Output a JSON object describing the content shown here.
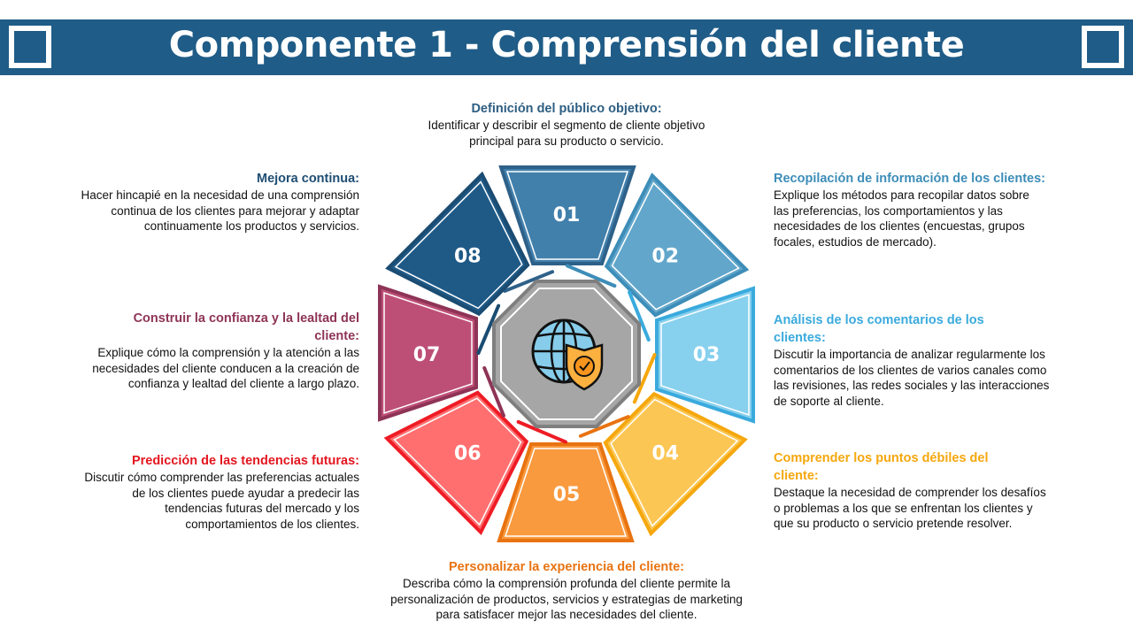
{
  "header": {
    "title": "Componente 1 - Comprensión del cliente"
  },
  "segments": [
    {
      "number": "01",
      "fill": "#4280AC",
      "stroke": "#2E6189"
    },
    {
      "number": "02",
      "fill": "#62A6CB",
      "stroke": "#3D8DB8"
    },
    {
      "number": "03",
      "fill": "#87D0EE",
      "stroke": "#3AAADD"
    },
    {
      "number": "04",
      "fill": "#FBC653",
      "stroke": "#F5A70D"
    },
    {
      "number": "05",
      "fill": "#F99A3F",
      "stroke": "#E87311"
    },
    {
      "number": "06",
      "fill": "#FF6F70",
      "stroke": "#EE1C25"
    },
    {
      "number": "07",
      "fill": "#BD4F76",
      "stroke": "#8E3456"
    },
    {
      "number": "08",
      "fill": "#1F5A87",
      "stroke": "#1B4C72"
    }
  ],
  "items": [
    {
      "heading": "Definición del público objetivo:",
      "body": "Identificar y describir el segmento de cliente objetivo principal para su producto o servicio.",
      "color": "#2E5E82"
    },
    {
      "heading": "Recopilación de información de los clientes:",
      "body": "Explique los métodos para recopilar datos sobre las preferencias, los comportamientos y las necesidades de los clientes (encuestas, grupos focales, estudios de mercado).",
      "color": "#3D8DB8"
    },
    {
      "heading": "Análisis de los comentarios de los clientes:",
      "body": "Discutir la importancia de analizar regularmente los comentarios de los clientes de varios canales como las revisiones, las redes sociales y las interacciones de soporte al cliente.",
      "color": "#3AAADD"
    },
    {
      "heading": "Comprender los puntos débiles del cliente:",
      "body": "Destaque la necesidad de comprender los desafíos o problemas a los que se enfrentan los clientes y que su  producto o servicio pretende resolver.",
      "color": "#F5A70D"
    },
    {
      "heading": "Personalizar la experiencia del cliente:",
      "body": "Describa cómo la comprensión profunda del cliente permite la personalización de productos, servicios y estrategias de marketing para satisfacer mejor las necesidades del cliente.",
      "color": "#E87311"
    },
    {
      "heading": "Predicción de las tendencias futuras:",
      "body": "Discutir cómo comprender las preferencias actuales de los clientes puede ayudar a  predecir las tendencias futuras del mercado y los comportamientos de los clientes.",
      "color": "#E3161F"
    },
    {
      "heading": "Construir la confianza y la lealtad del cliente:",
      "body": "Explique cómo la comprensión y la atención a las necesidades del cliente conducen a la creación de confianza y lealtad del cliente a largo plazo.",
      "color": "#8E3456"
    },
    {
      "heading": "Mejora continua:",
      "body": "Hacer hincapié en la necesidad de una comprensión continua de los clientes para mejorar y adaptar continuamente los productos y servicios.",
      "color": "#1F4E74"
    }
  ]
}
